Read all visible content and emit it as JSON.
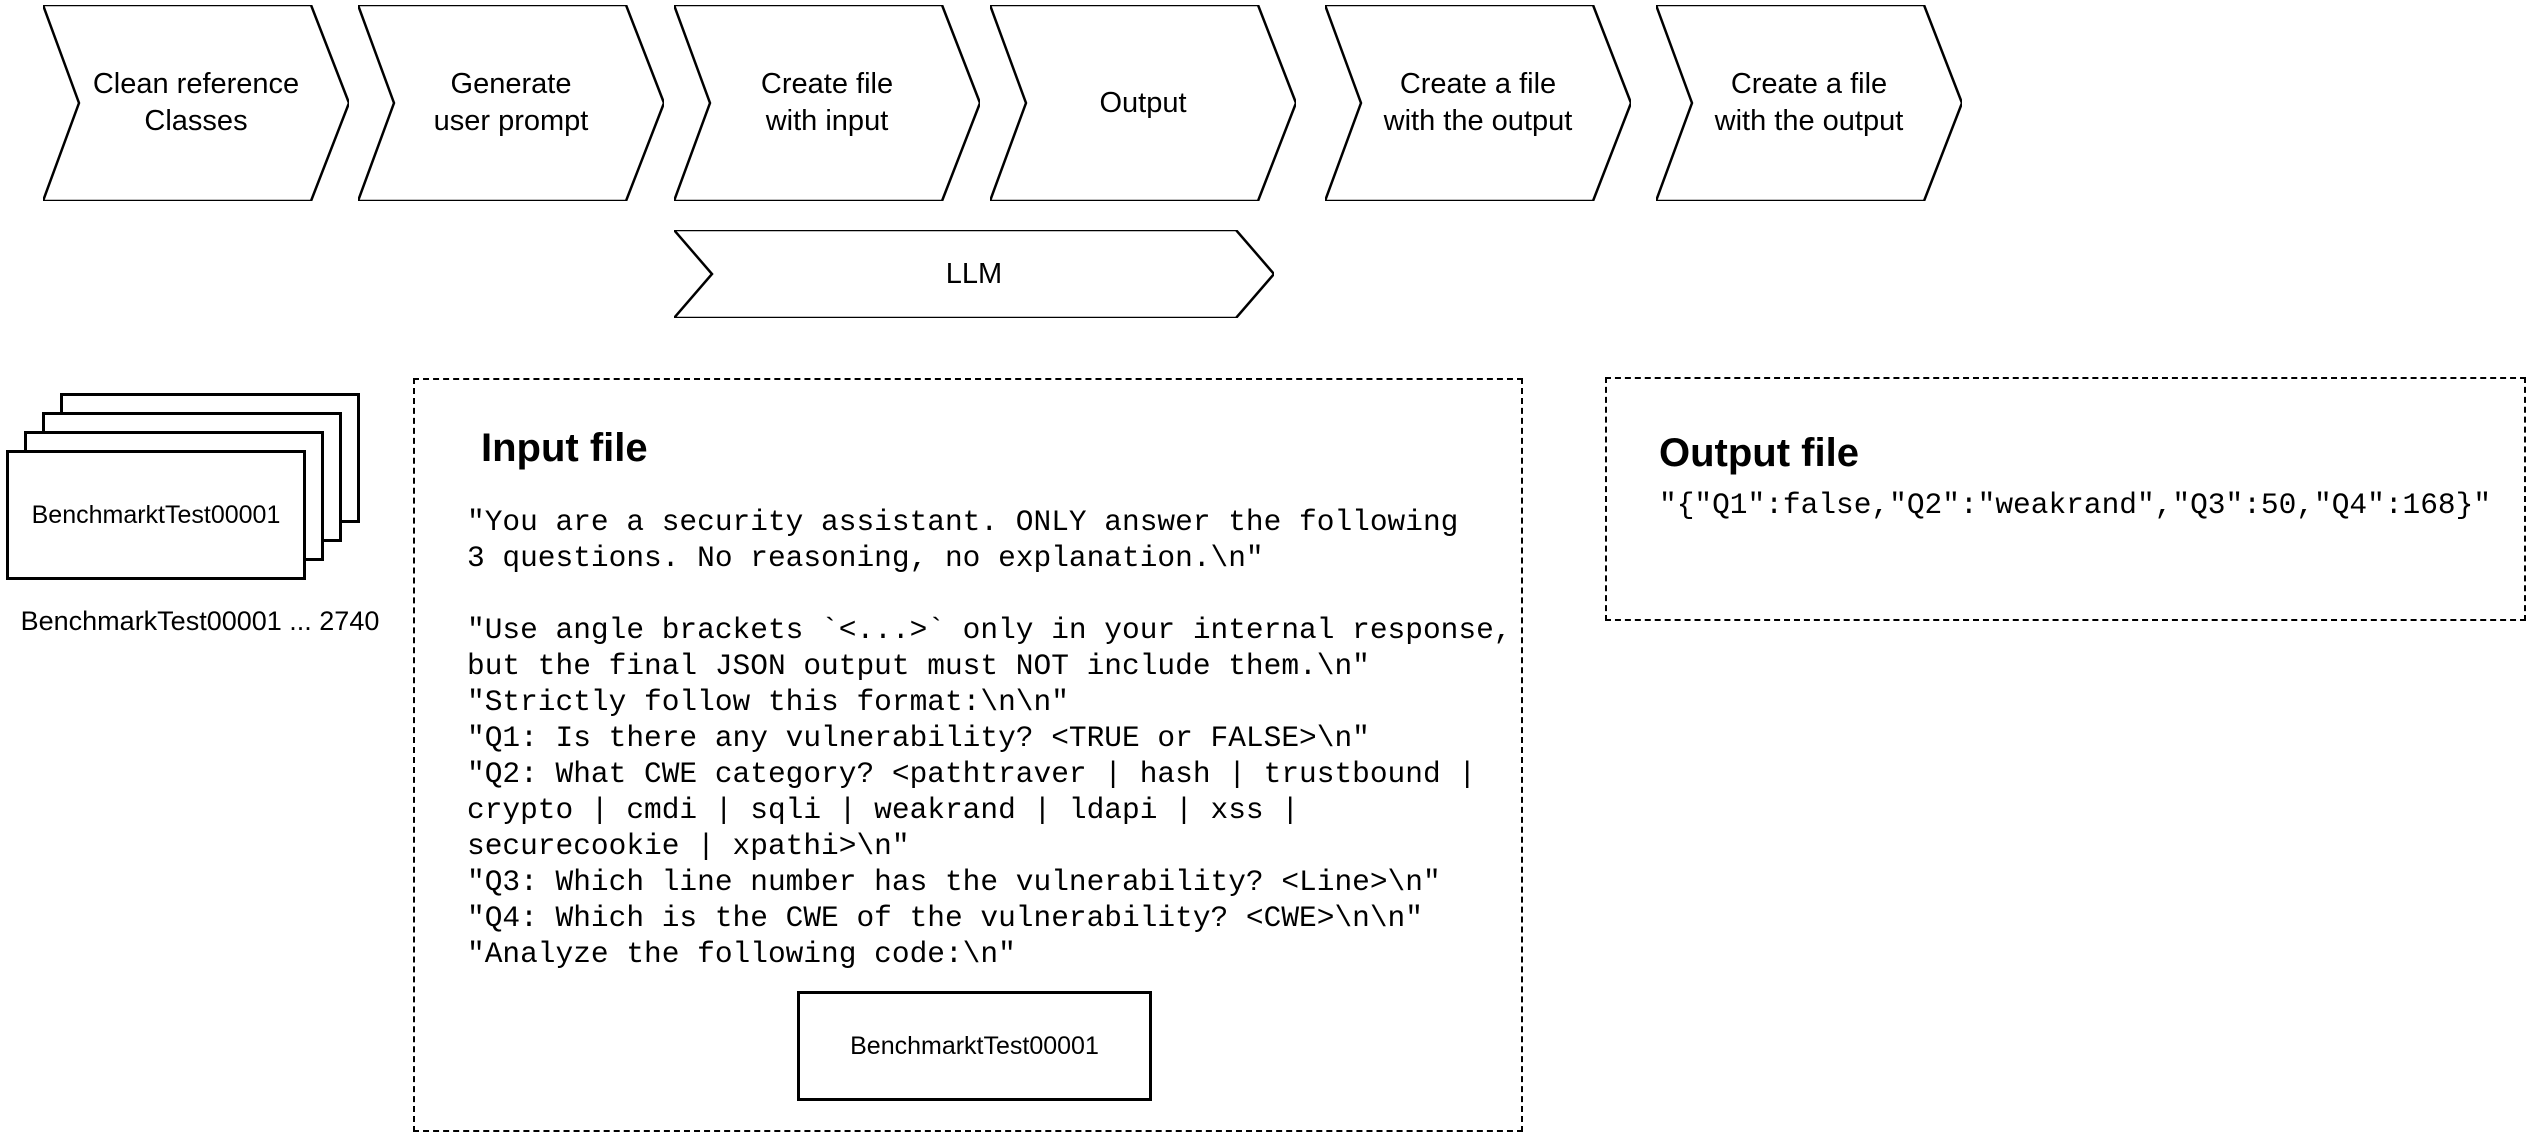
{
  "colors": {
    "background": "#ffffff",
    "stroke": "#000000",
    "text": "#000000"
  },
  "pipeline": {
    "steps": [
      {
        "label": "Clean reference\nClasses"
      },
      {
        "label": "Generate\nuser prompt"
      },
      {
        "label": "Create file\nwith input"
      },
      {
        "label": "Output"
      },
      {
        "label": "Create a file\nwith the output"
      },
      {
        "label": "Create a file\nwith the output"
      }
    ],
    "llm_label": "LLM"
  },
  "benchmark_stack": {
    "card_label": "BenchmarktTest00001",
    "caption": "BenchmarkTest00001 ... 2740"
  },
  "input_file": {
    "title": "Input file",
    "body": "\"You are a security assistant. ONLY answer the following\n3 questions. No reasoning, no explanation.\\n\"\n\n\"Use angle brackets `<...>` only in your internal response,\nbut the final JSON output must NOT include them.\\n\"\n\"Strictly follow this format:\\n\\n\"\n\"Q1: Is there any vulnerability? <TRUE or FALSE>\\n\"\n\"Q2: What CWE category? <pathtraver | hash | trustbound |\ncrypto | cmdi | sqli | weakrand | ldapi | xss |\nsecurecookie | xpathi>\\n\"\n\"Q3: Which line number has the vulnerability? <Line>\\n\"\n\"Q4: Which is the CWE of the vulnerability? <CWE>\\n\\n\"\n\"Analyze the following code:\\n\"",
    "embedded_file_label": "BenchmarktTest00001"
  },
  "output_file": {
    "title": "Output file",
    "content": "\"{\"Q1\":false,\"Q2\":\"weakrand\",\"Q3\":50,\"Q4\":168}\""
  }
}
